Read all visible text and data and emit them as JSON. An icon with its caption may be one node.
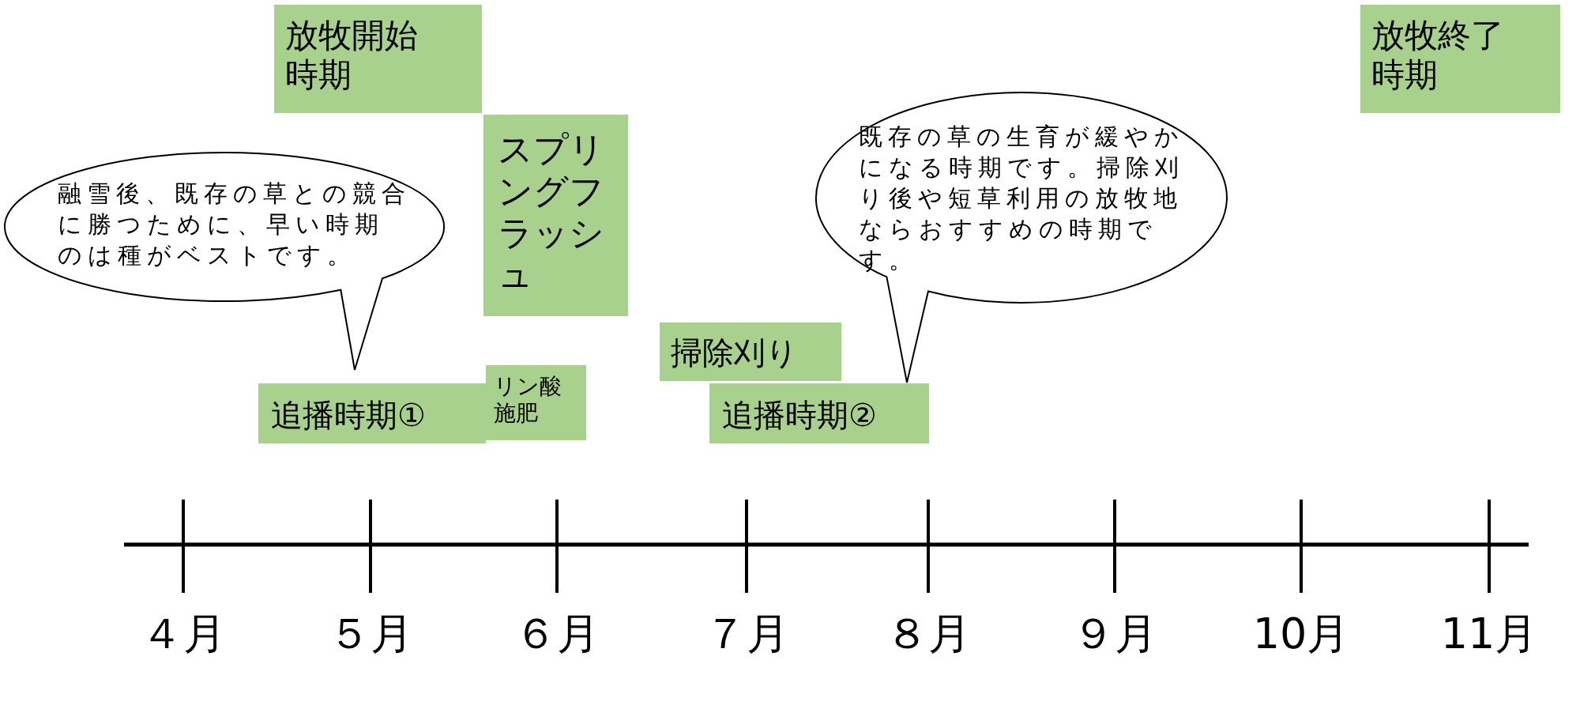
{
  "diagram": {
    "nodes": [
      {
        "text": [
          "放牧開始時期"
        ]
      },
      {
        "text": [
          "放牧終了時期"
        ]
      },
      {
        "text": [
          "スプリングフラッシュ"
        ]
      },
      {
        "text": [
          "融雪後、既存の草との競合に勝つために、早い時期のは種がベストです。"
        ]
      },
      {
        "text": [
          "既存の草の生育が緩やかになる時期です。掃除刈り後や短草利用の放牧地ならおすすめの時期です。"
        ]
      },
      {
        "text": [
          "掃除刈り"
        ]
      },
      {
        "text": [
          "追播時期①"
        ]
      },
      {
        "text": [
          "リン酸施肥"
        ]
      },
      {
        "text": [
          "追播時期②"
        ]
      }
    ],
    "labels": [
      "４月",
      "５月",
      "６月",
      "７月",
      "８月",
      "９月",
      "10月",
      "11月"
    ]
  }
}
